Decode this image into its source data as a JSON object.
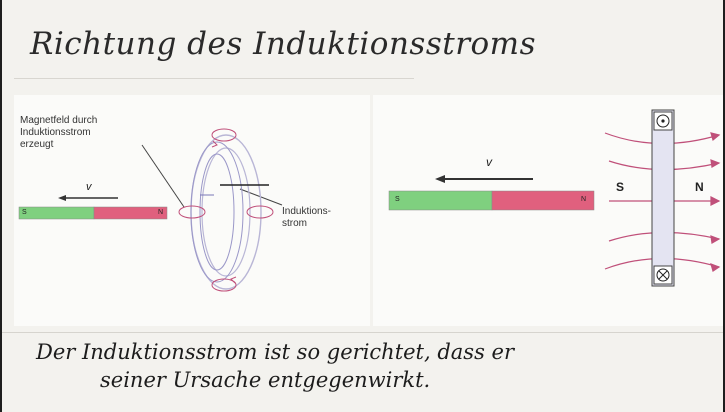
{
  "title": "Richtung des Induktionsstroms",
  "left_panel": {
    "annotation_field": "Magnetfeld durch\nInduktionsstrom\nerzeugt",
    "annotation_current": "Induktions-\nstrom",
    "velocity_label": "v",
    "magnet_south": "S",
    "magnet_north": "N"
  },
  "right_panel": {
    "velocity_label": "v",
    "magnet_south": "S",
    "magnet_north": "N",
    "field_label_south": "S",
    "field_label_north": "N",
    "current_out_symbol": "⊙",
    "current_in_symbol": "⊗"
  },
  "caption": {
    "line1": "Der Induktionsstrom ist so gerichtet, dass er",
    "line2": "seiner Ursache entgegenwirkt."
  },
  "colors": {
    "magnet_south": "#7fd07f",
    "magnet_north": "#e0607e",
    "field_lines": "#c0507a",
    "ring": "#b9b6d6"
  }
}
